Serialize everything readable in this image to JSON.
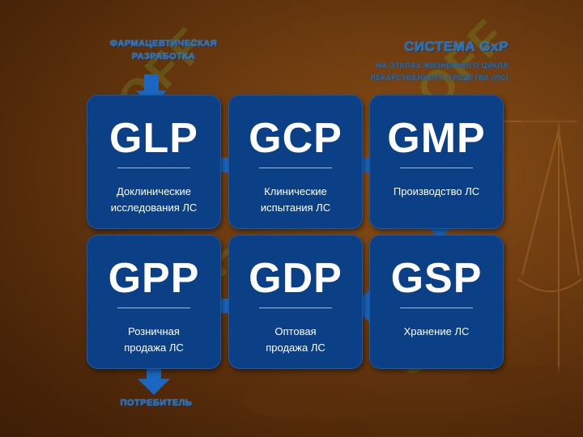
{
  "header": {
    "title": "СИСТЕМА GxP",
    "subtitle_line1": "НА ЭТАПАХ ЖИЗНЕННОГО ЦИКЛА",
    "subtitle_line2": "ЛЕКАРСТВЕННОГО СРЕДСТВА (ЛС)"
  },
  "flow": {
    "start_line1": "ФАРМАЦЕВТИЧЕСКАЯ",
    "start_line2": "РАЗРАБОТКА",
    "end_label": "ПОТРЕБИТЕЛЬ"
  },
  "boxes": [
    {
      "code": "GLP",
      "line1": "Доклинические",
      "line2": "исследования ЛС"
    },
    {
      "code": "GCP",
      "line1": "Клинические",
      "line2": "испытания ЛС"
    },
    {
      "code": "GMP",
      "line1": "Производство ЛС",
      "line2": ""
    },
    {
      "code": "GPP",
      "line1": "Розничная",
      "line2": "продажа ЛС"
    },
    {
      "code": "GDP",
      "line1": "Оптовая",
      "line2": "продажа ЛС"
    },
    {
      "code": "GSP",
      "line1": "Хранение ЛС",
      "line2": ""
    }
  ],
  "colors": {
    "box": "#0b3f86",
    "arrow": "#1a66c0",
    "accent_text": "#1f6fc0",
    "background": "#6b3a0f"
  }
}
